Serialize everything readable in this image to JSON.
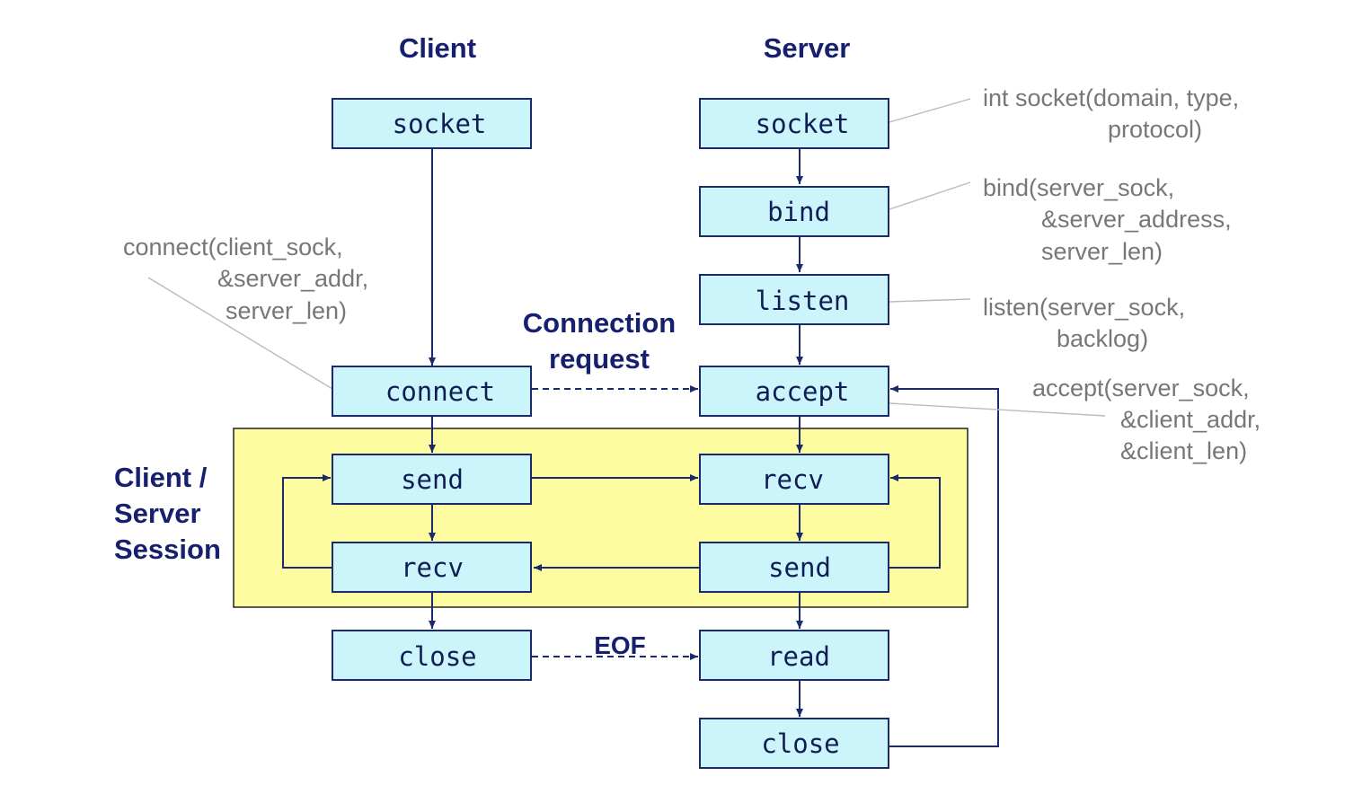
{
  "headers": {
    "client": "Client",
    "server": "Server",
    "connection_request": [
      "Connection",
      "request"
    ],
    "session": [
      "Client /",
      "Server",
      "Session"
    ],
    "eof": "EOF"
  },
  "client_boxes": {
    "socket": "socket",
    "connect": "connect",
    "send": "send",
    "recv": "recv",
    "close": "close"
  },
  "server_boxes": {
    "socket": "socket",
    "bind": "bind",
    "listen": "listen",
    "accept": "accept",
    "recv": "recv",
    "send": "send",
    "read": "read",
    "close": "close"
  },
  "notes": {
    "socket": [
      "int socket(domain, type,",
      "protocol)"
    ],
    "bind": [
      "bind(server_sock,",
      "&server_address,",
      "server_len)"
    ],
    "connect": [
      "connect(client_sock,",
      "&server_addr,",
      "server_len)"
    ],
    "listen": [
      "listen(server_sock,",
      "backlog)"
    ],
    "accept": [
      "accept(server_sock,",
      "&client_addr,",
      "&client_len)"
    ]
  },
  "colors": {
    "box_fill": "#ccf5fb",
    "box_stroke": "#1b2a6b",
    "session_fill": "#fdfca0",
    "header_text": "#16206e",
    "note_text": "#777777"
  }
}
